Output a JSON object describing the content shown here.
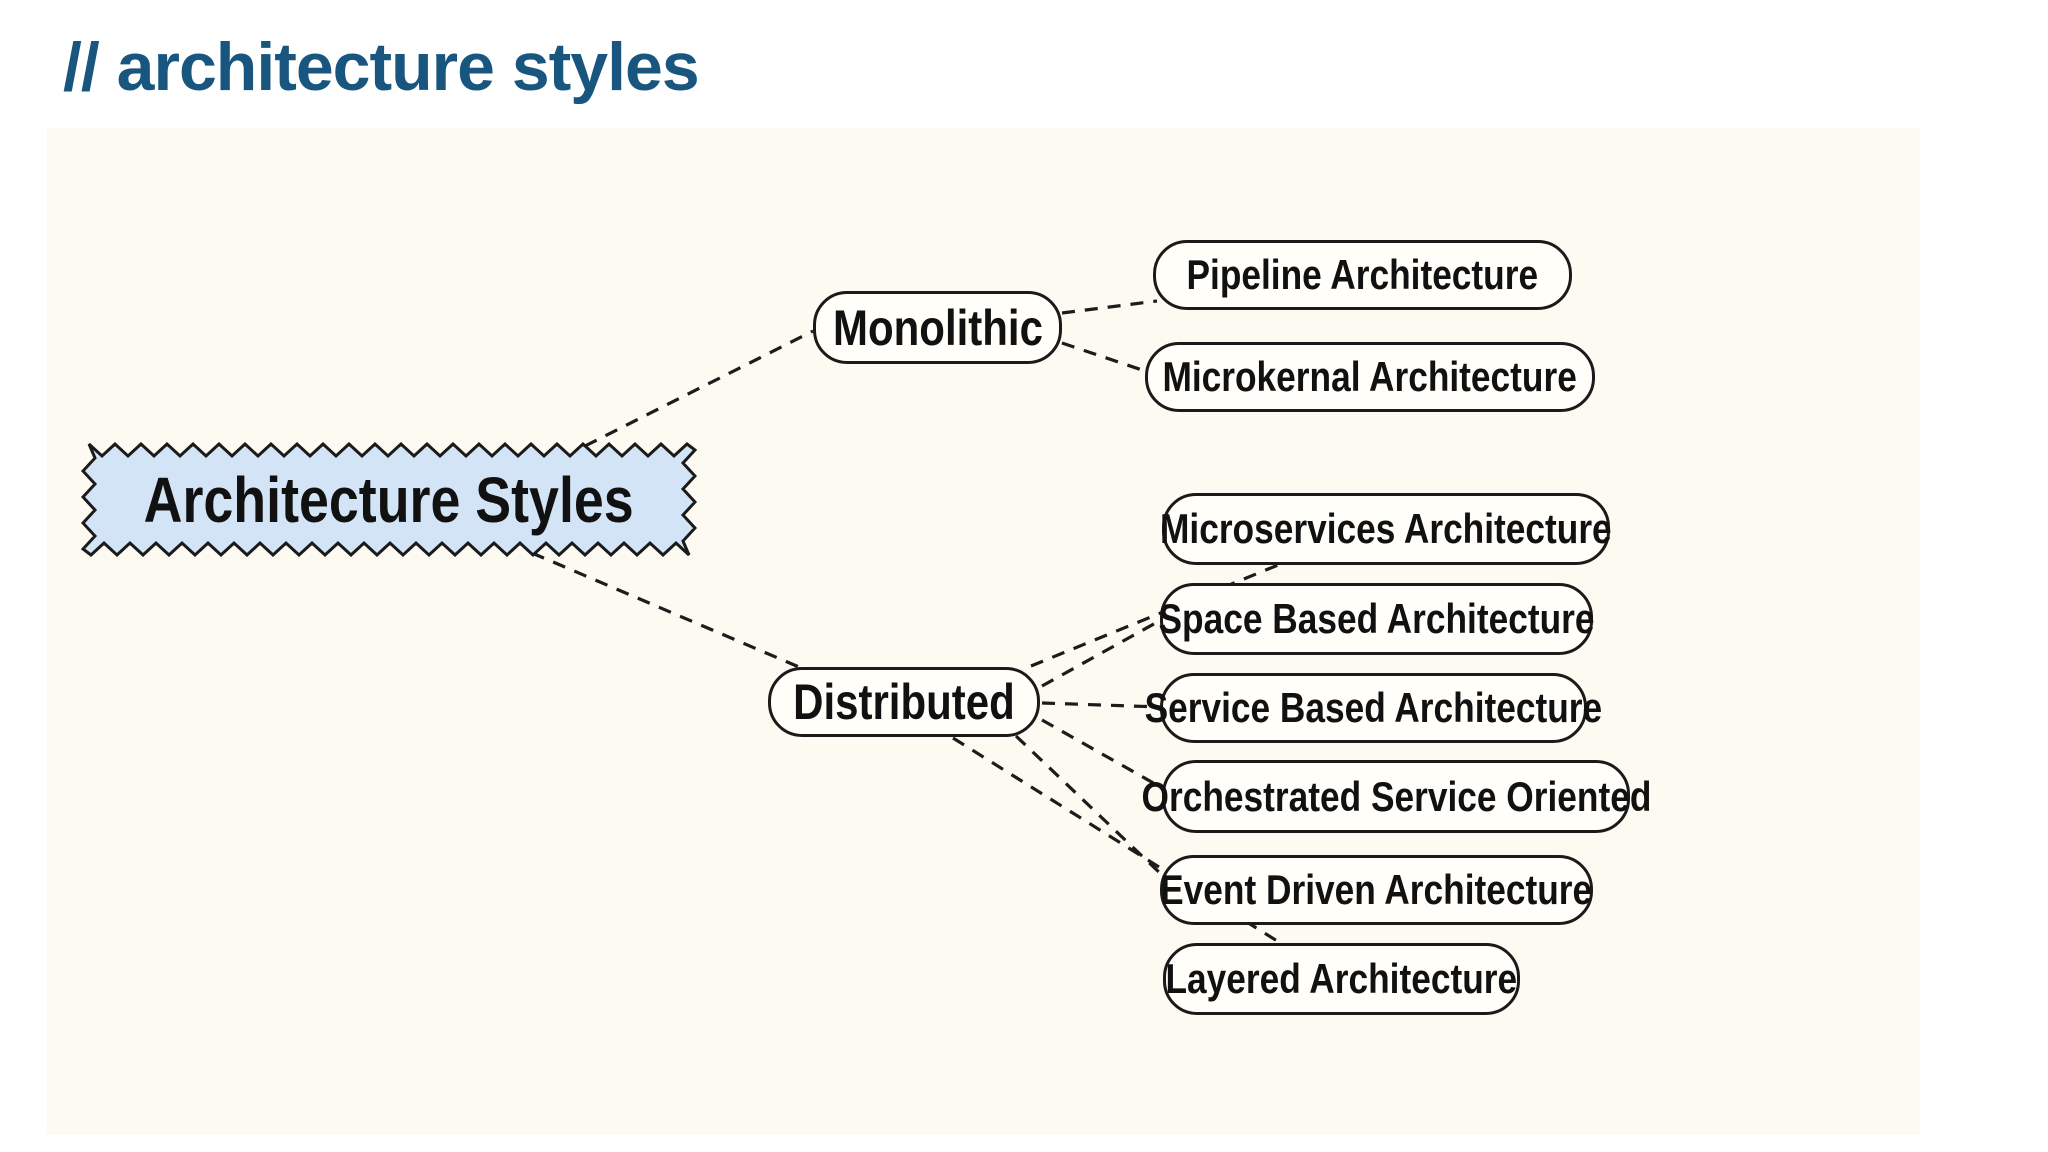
{
  "title": {
    "text": "// architecture styles",
    "color": "#19567f"
  },
  "diagram": {
    "panel_bg": "#fdfaf2",
    "node_fill": "#fffef9",
    "node_border_color": "#1a1a1a",
    "connector_color": "#1c1c1c",
    "root": {
      "label": "Architecture Styles",
      "fill": "#d2e4f6"
    },
    "branches": [
      {
        "label": "Monolithic",
        "children": [
          {
            "label": "Pipeline Architecture"
          },
          {
            "label": "Microkernal Architecture"
          }
        ]
      },
      {
        "label": "Distributed",
        "children": [
          {
            "label": "Microservices Architecture"
          },
          {
            "label": "Space Based Architecture"
          },
          {
            "label": "Service Based Architecture"
          },
          {
            "label": "Orchestrated Service Oriented"
          },
          {
            "label": "Event Driven Architecture"
          },
          {
            "label": "Layered Architecture"
          }
        ]
      }
    ]
  }
}
